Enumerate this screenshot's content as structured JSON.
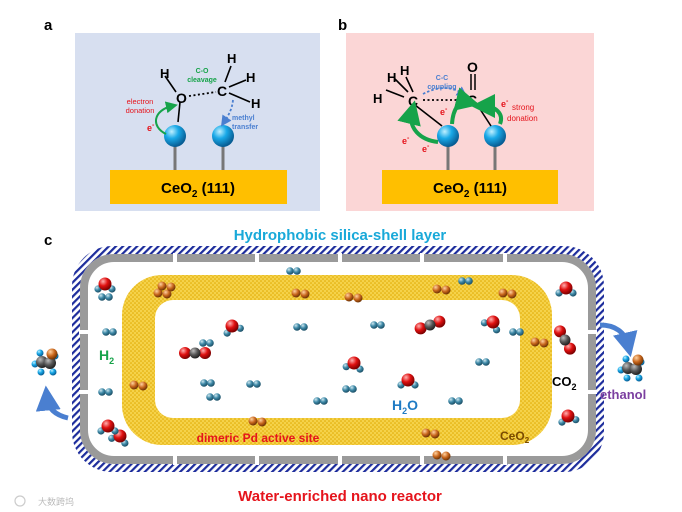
{
  "panel_a": {
    "letter": "a",
    "substrate_main": "CeO",
    "substrate_sub": "2",
    "substrate_tail": " (111)",
    "atom_O": "O",
    "atom_C": "C",
    "atom_H": "H",
    "cleavage_line1": "C-O",
    "cleavage_line2": "cleavage",
    "electron_line1": "electron",
    "electron_line2": "donation",
    "methyl_line1": "methyl",
    "methyl_line2": "transfer",
    "e_minus": "e",
    "sup_minus": "-"
  },
  "panel_b": {
    "letter": "b",
    "substrate_main": "CeO",
    "substrate_sub": "2",
    "substrate_tail": " (111)",
    "atom_C": "C",
    "atom_O": "O",
    "atom_H": "H",
    "coupling_line1": "C-C",
    "coupling_line2": "coupling",
    "strong_line1": "strong",
    "strong_line2": "donation",
    "e_minus": "e",
    "sup_minus": "-"
  },
  "panel_c": {
    "letter": "c",
    "shell_label": "Hydrophobic silica-shell layer",
    "reactor_label": "Water-enriched nano reactor",
    "pd_label": "dimeric Pd active site",
    "ceo2_main": "CeO",
    "ceo2_sub": "2",
    "h2_main": "H",
    "h2_sub": "2",
    "h2o_main": "H",
    "h2o_sub": "2",
    "h2o_tail": "O",
    "co2_main": "CO",
    "co2_sub": "2",
    "ethanol_label": "ethanol"
  },
  "watermark": "大数跨坞",
  "colors": {
    "panel_a_bg": "#d7dff0",
    "panel_b_bg": "#fbd6d6",
    "substrate": "#ffbf00",
    "sphere": "#19a9e8",
    "shell_blue": "#1c2c9c",
    "shell_gray": "#9a9a9a",
    "ceo2_layer": "#f4cd3b",
    "label_cyan": "#19a9d9",
    "label_red": "#e5141c",
    "green": "#16a34a",
    "purple": "#7b3fa0",
    "arrow_blue": "#4a7fd0"
  }
}
